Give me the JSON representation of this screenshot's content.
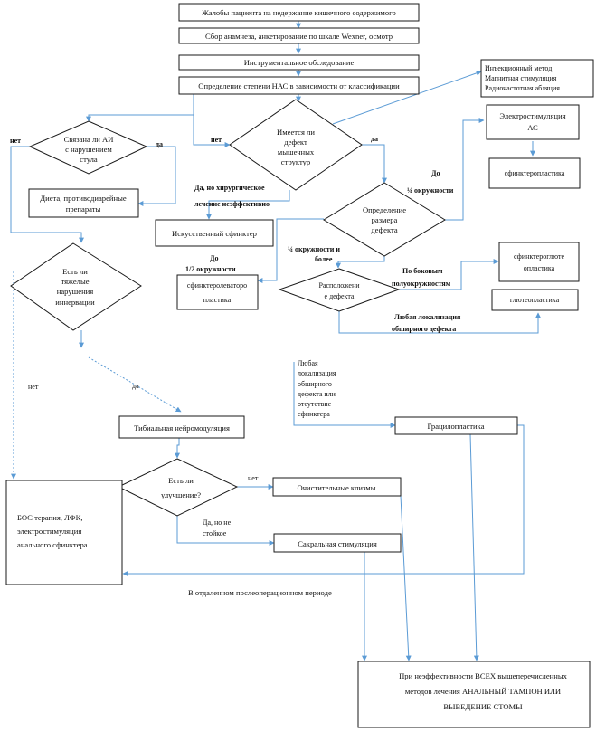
{
  "boxes": {
    "complaints": "Жалобы пациента на недержание кишечного содержимого",
    "anamnesis": "Сбор анамнеза, анкетирование по шкале Wexner, осмотр",
    "instrumental": "Инструментальное обследование",
    "degree": "Определение степени НАС в зависимости от классификации",
    "injection": [
      "Инъекционный метод",
      "Магнитная стимуляция",
      "Радиочастотная абляция"
    ],
    "electrostim": [
      "Электростимуляция",
      "АС"
    ],
    "sphincteroplasty": "сфинктеропластика",
    "diet": [
      "Диета, противодиарейные",
      "препараты"
    ],
    "artificial": "Искусственный сфинктер",
    "sphincterolevator": [
      "сфинктеролеватoро",
      "пластика"
    ],
    "sphincterogluteo": [
      "сфинктероглюте",
      "опластика"
    ],
    "gluteoplasty": "глютеопластика",
    "tibial": "Тибиальная нейромодуляция",
    "enemas": "Очистительные клизмы",
    "sacral": "Сакральная стимуляция",
    "bos": [
      "БОС терапия, ЛФК,",
      "электростимуляция",
      "анального сфинктера"
    ],
    "gracilo": "Грацилопластика",
    "final": [
      "При неэффективности ВСЕХ вышеперечисленных",
      "методов лечения АНАЛЬНЫЙ ТАМПОН ИЛИ",
      "ВЫВЕДЕНИЕ СТОМЫ"
    ]
  },
  "diamonds": {
    "ai": [
      "Связана ли АИ",
      "с нарушением",
      "стула"
    ],
    "defect": [
      "Имеется ли",
      "дефект",
      "мышечных",
      "структур"
    ],
    "size": [
      "Определение",
      "размера",
      "дефекта"
    ],
    "location": [
      "Расположени",
      "е дефекта"
    ],
    "severe": [
      "Есть ли",
      "тяжелые",
      "нарушения",
      "иннервации"
    ],
    "improvement": [
      "Есть ли",
      "улучшение?"
    ]
  },
  "labels": {
    "ai_no": "нет",
    "ai_yes": "да",
    "defect_no": "нет",
    "defect_yes": "да",
    "surgical": [
      "Да, но хирургическое",
      "лечение неэффективно"
    ],
    "quarter_to": [
      "До",
      "¼ окружности"
    ],
    "quarter_more": [
      "¼ окружности и",
      "более"
    ],
    "half_to": [
      "До",
      "1/2 окружности"
    ],
    "lateral": [
      "По боковым",
      "полуокружностям"
    ],
    "any_location": [
      "Любая локализация",
      "обширного дефекта"
    ],
    "any_location_absence": [
      "Любая",
      "локализация",
      "обширного",
      "дефекта или",
      "отсутствие",
      "сфинктера"
    ],
    "severe_no": "нет",
    "severe_yes": "да",
    "improve_no": "нет",
    "improve_partial": [
      "Да, но не",
      "стойкое"
    ],
    "postoperative": "В отдаленном послеоперационном периоде"
  }
}
